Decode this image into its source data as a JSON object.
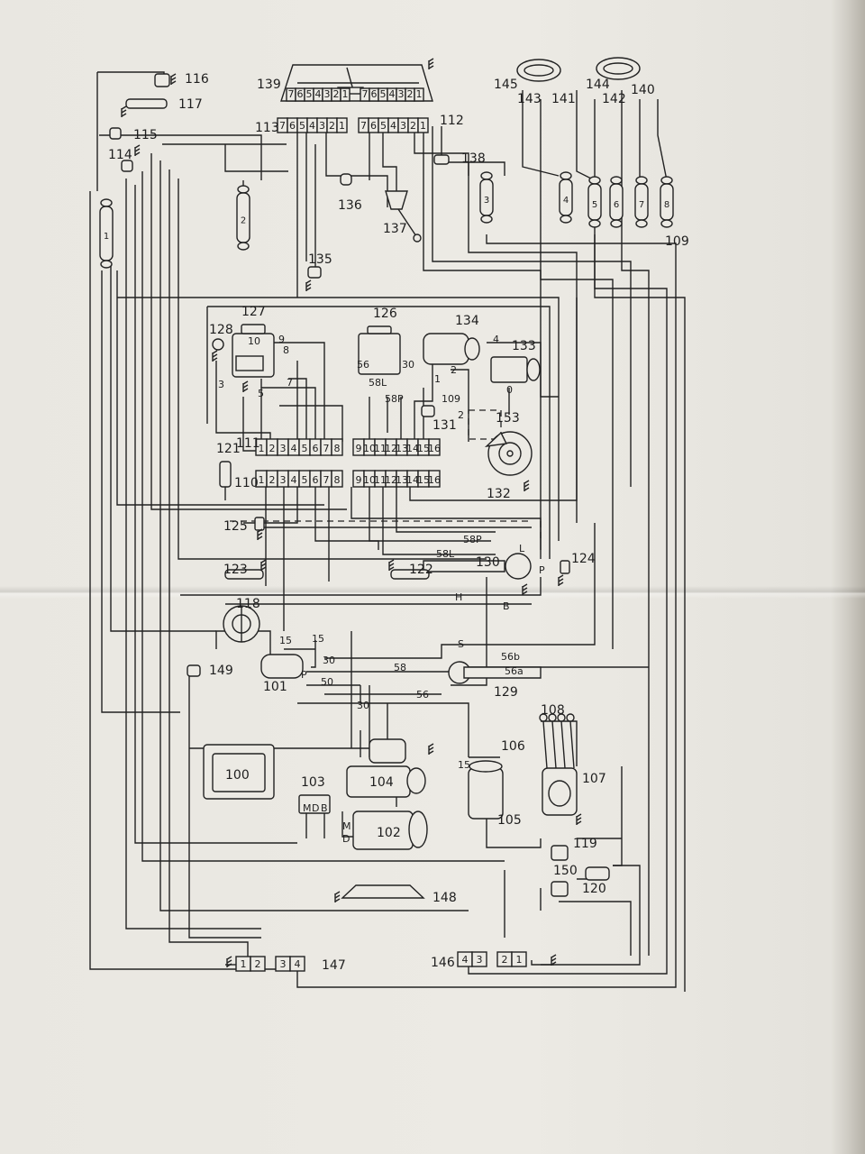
{
  "component_labels": [
    {
      "id": "c116",
      "text": "116"
    },
    {
      "id": "c117",
      "text": "117"
    },
    {
      "id": "c115",
      "text": "115"
    },
    {
      "id": "c114",
      "text": "114"
    },
    {
      "id": "c139",
      "text": "139"
    },
    {
      "id": "c113",
      "text": "113"
    },
    {
      "id": "c112",
      "text": "112"
    },
    {
      "id": "c138",
      "text": "138"
    },
    {
      "id": "c136",
      "text": "136"
    },
    {
      "id": "c137",
      "text": "137"
    },
    {
      "id": "c135",
      "text": "135"
    },
    {
      "id": "c145",
      "text": "145"
    },
    {
      "id": "c143",
      "text": "143"
    },
    {
      "id": "c141",
      "text": "141"
    },
    {
      "id": "c144",
      "text": "144"
    },
    {
      "id": "c142",
      "text": "142"
    },
    {
      "id": "c140",
      "text": "140"
    },
    {
      "id": "c109",
      "text": "109"
    },
    {
      "id": "c127",
      "text": "127"
    },
    {
      "id": "c128",
      "text": "128"
    },
    {
      "id": "c126",
      "text": "126"
    },
    {
      "id": "c134",
      "text": "134"
    },
    {
      "id": "c133",
      "text": "133"
    },
    {
      "id": "c131",
      "text": "131"
    },
    {
      "id": "c153",
      "text": "153"
    },
    {
      "id": "c111",
      "text": "111"
    },
    {
      "id": "c121",
      "text": "121"
    },
    {
      "id": "c110",
      "text": "110"
    },
    {
      "id": "c132",
      "text": "132"
    },
    {
      "id": "c125",
      "text": "125"
    },
    {
      "id": "c130",
      "text": "130"
    },
    {
      "id": "c124",
      "text": "124"
    },
    {
      "id": "c123",
      "text": "123"
    },
    {
      "id": "c122",
      "text": "122"
    },
    {
      "id": "c118",
      "text": "118"
    },
    {
      "id": "c149",
      "text": "149"
    },
    {
      "id": "c101",
      "text": "101"
    },
    {
      "id": "c129",
      "text": "129"
    },
    {
      "id": "c108",
      "text": "108"
    },
    {
      "id": "c100",
      "text": "100"
    },
    {
      "id": "c104",
      "text": "104"
    },
    {
      "id": "c106",
      "text": "106"
    },
    {
      "id": "c107",
      "text": "107"
    },
    {
      "id": "c103",
      "text": "103"
    },
    {
      "id": "c102",
      "text": "102"
    },
    {
      "id": "c105",
      "text": "105"
    },
    {
      "id": "c119",
      "text": "119"
    },
    {
      "id": "c150",
      "text": "150"
    },
    {
      "id": "c120",
      "text": "120"
    },
    {
      "id": "c148",
      "text": "148"
    },
    {
      "id": "c147",
      "text": "147"
    },
    {
      "id": "c146",
      "text": "146"
    }
  ],
  "fuse_labels": [
    "1",
    "2",
    "3",
    "4",
    "5",
    "6",
    "7",
    "8"
  ],
  "wire_labels": [
    {
      "id": "w58p_a",
      "text": "58P"
    },
    {
      "id": "w58l_a",
      "text": "58L"
    },
    {
      "id": "w56_a",
      "text": "56"
    },
    {
      "id": "w30_a",
      "text": "30"
    },
    {
      "id": "w15_a",
      "text": "15"
    },
    {
      "id": "w15_b",
      "text": "15"
    },
    {
      "id": "w30_b",
      "text": "30"
    },
    {
      "id": "wP_a",
      "text": "P"
    },
    {
      "id": "w50",
      "text": "50"
    },
    {
      "id": "w30_c",
      "text": "30"
    },
    {
      "id": "w58",
      "text": "58"
    },
    {
      "id": "w56_b",
      "text": "56"
    },
    {
      "id": "wS",
      "text": "S"
    },
    {
      "id": "w56b",
      "text": "56b"
    },
    {
      "id": "w56a",
      "text": "56a"
    },
    {
      "id": "w58p_b",
      "text": "58P"
    },
    {
      "id": "w58l_b",
      "text": "58L"
    },
    {
      "id": "wL",
      "text": "L"
    },
    {
      "id": "wP_b",
      "text": "P"
    },
    {
      "id": "wH",
      "text": "H"
    },
    {
      "id": "wB",
      "text": "B"
    },
    {
      "id": "w15_c",
      "text": "15"
    },
    {
      "id": "wM_a",
      "text": "M"
    },
    {
      "id": "wD_a",
      "text": "D"
    },
    {
      "id": "wB_a",
      "text": "B"
    },
    {
      "id": "wM_b",
      "text": "M"
    },
    {
      "id": "wD_b",
      "text": "D"
    },
    {
      "id": "w9",
      "text": "9"
    },
    {
      "id": "w10",
      "text": "10"
    },
    {
      "id": "w8",
      "text": "8"
    },
    {
      "id": "w7",
      "text": "7"
    },
    {
      "id": "w3",
      "text": "3"
    },
    {
      "id": "w5",
      "text": "5"
    },
    {
      "id": "w4",
      "text": "4"
    },
    {
      "id": "w2",
      "text": "2"
    },
    {
      "id": "w1",
      "text": "1"
    },
    {
      "id": "w0",
      "text": "0"
    },
    {
      "id": "w109",
      "text": "109"
    },
    {
      "id": "w2b",
      "text": "2"
    }
  ],
  "connectors": {
    "c139_pins": [
      "7",
      "6",
      "5",
      "4",
      "3",
      "2",
      "1",
      "7",
      "6",
      "5",
      "4",
      "3",
      "2",
      "1"
    ],
    "c113_pins": [
      "7",
      "6",
      "5",
      "4",
      "3",
      "2",
      "1"
    ],
    "c112_pins": [
      "7",
      "6",
      "5",
      "4",
      "3",
      "2",
      "1"
    ],
    "c111_pins": [
      "1",
      "2",
      "3",
      "4",
      "5",
      "6",
      "7",
      "8",
      "9",
      "10",
      "11",
      "12",
      "13",
      "14",
      "15",
      "16"
    ],
    "c110_pins": [
      "1",
      "2",
      "3",
      "4",
      "5",
      "6",
      "7",
      "8",
      "9",
      "10",
      "11",
      "12",
      "13",
      "14",
      "15",
      "16"
    ],
    "c147_pins": [
      "1",
      "2",
      "3",
      "4"
    ],
    "c146_pins": [
      "4",
      "3",
      "2",
      "1"
    ]
  }
}
